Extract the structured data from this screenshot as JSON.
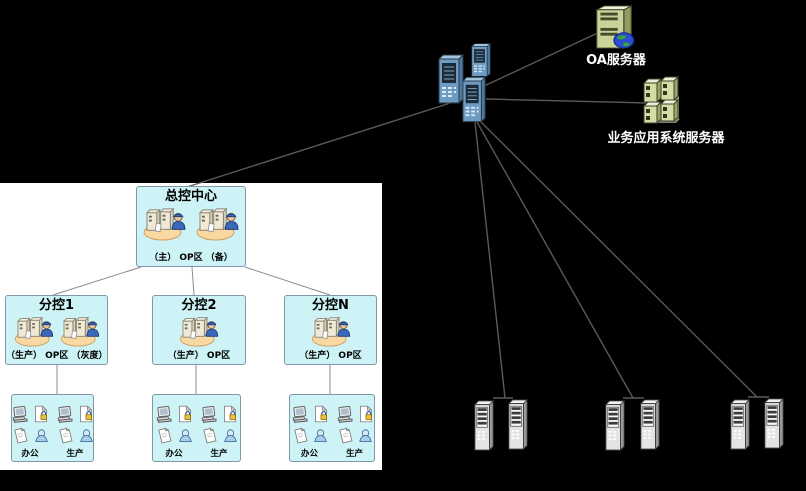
{
  "colors": {
    "background": "#000000",
    "panel": "#ffffff",
    "node_fill": "#cdf3f6",
    "node_border": "#7f9aa6",
    "connector_dark_area": "#5a5a5a",
    "connector_panel": "#8c8c8c",
    "server_label_text": "#ffffff",
    "blue_server": "#6e9bc2",
    "green_server": "#c9d39a",
    "gray_server": "#e3e3e3",
    "cluster_base": "#f9d9a1"
  },
  "icons": {
    "core_switch": "blue-tower-server-icon",
    "oa_server": "green-tower-server-globe-icon",
    "business_server": "green-server-stack-icon",
    "branch_servers": "gray-tower-server-icon",
    "cluster": "server-cluster-on-platform-icon",
    "office_pc": "desktop-pc-icon",
    "secure_doc": "document-lock-icon",
    "doc": "document-icon",
    "user": "person-icon"
  },
  "network": {
    "oa_server": {
      "label": "OA服务器"
    },
    "business_server": {
      "label": "业务应用系统服务器"
    }
  },
  "panel": {
    "master": {
      "title": "总控中心",
      "zone_label": "（主）  OP区  （备）"
    },
    "branches": [
      {
        "title": "分控1",
        "zone_label": "（生产） OP区 （灰度）"
      },
      {
        "title": "分控2",
        "zone_label": "（生产）   OP区"
      },
      {
        "title": "分控N",
        "zone_label": "（生产） OP区"
      }
    ],
    "dept_boxes": [
      {
        "columns": [
          {
            "label": "办公"
          },
          {
            "label": "生产"
          }
        ]
      },
      {
        "columns": [
          {
            "label": "办公"
          },
          {
            "label": "生产"
          }
        ]
      },
      {
        "columns": [
          {
            "label": "办公"
          },
          {
            "label": "生产"
          }
        ]
      }
    ]
  }
}
